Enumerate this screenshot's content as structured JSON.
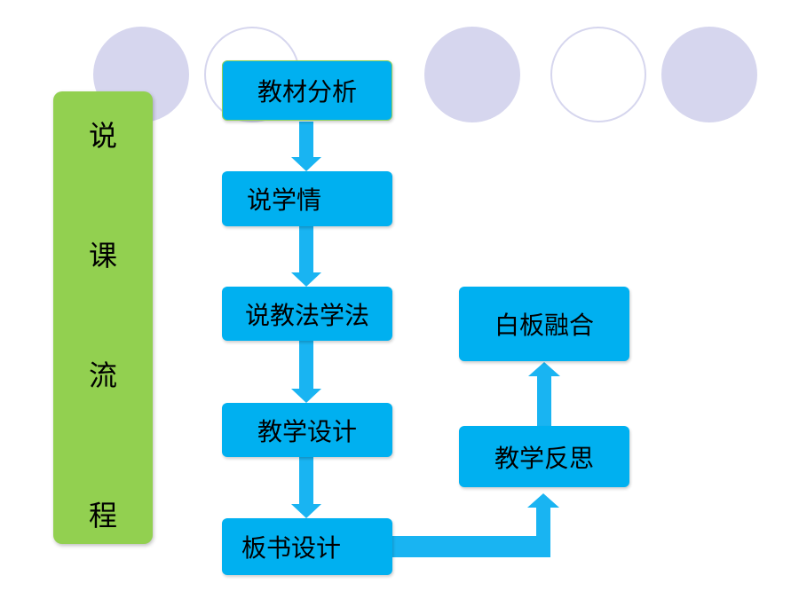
{
  "sidebar": {
    "chars": [
      "说",
      "课",
      "流",
      "程"
    ],
    "color": "#92d050"
  },
  "flow": {
    "box_color": "#00b0f0",
    "decor_color": "#d6d6ee",
    "steps": [
      "教材分析",
      "说学情",
      "说教法学法",
      "教学设计",
      "板书设计"
    ],
    "branch": [
      "教学反思",
      "白板融合"
    ]
  }
}
